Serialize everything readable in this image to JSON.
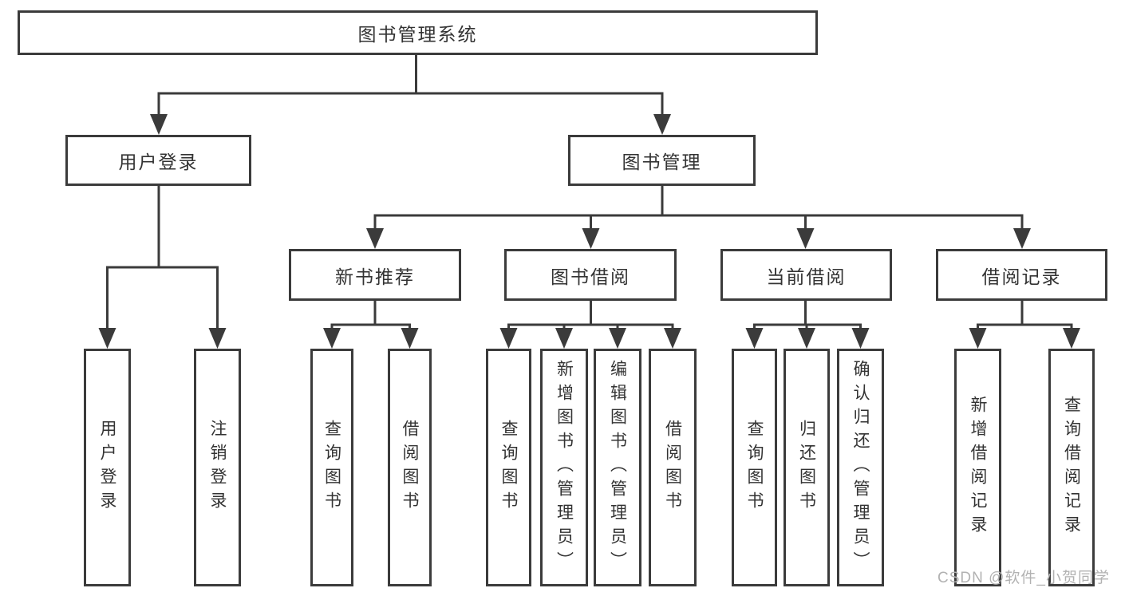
{
  "diagram": {
    "root": {
      "label": "图书管理系统"
    },
    "user_login": {
      "label": "用户登录",
      "children": [
        {
          "label": "用户登录"
        },
        {
          "label": "注销登录"
        }
      ]
    },
    "book_management": {
      "label": "图书管理",
      "children": {
        "new_book_rec": {
          "label": "新书推荐",
          "children": [
            {
              "label": "查询图书"
            },
            {
              "label": "借阅图书"
            }
          ]
        },
        "book_borrow": {
          "label": "图书借阅",
          "children": [
            {
              "label": "查询图书"
            },
            {
              "label": "新增图书（管理员）"
            },
            {
              "label": "编辑图书（管理员）"
            },
            {
              "label": "借阅图书"
            }
          ]
        },
        "current_borrow": {
          "label": "当前借阅",
          "children": [
            {
              "label": "查询图书"
            },
            {
              "label": "归还图书"
            },
            {
              "label": "确认归还（管理员）"
            }
          ]
        },
        "borrow_records": {
          "label": "借阅记录",
          "children": [
            {
              "label": "新增借阅记录"
            },
            {
              "label": "查询借阅记录"
            }
          ]
        }
      }
    },
    "line_color": "#3b3b3b",
    "text_color": "#333333"
  },
  "watermark": {
    "text": "CSDN @软件_小贺同学"
  }
}
